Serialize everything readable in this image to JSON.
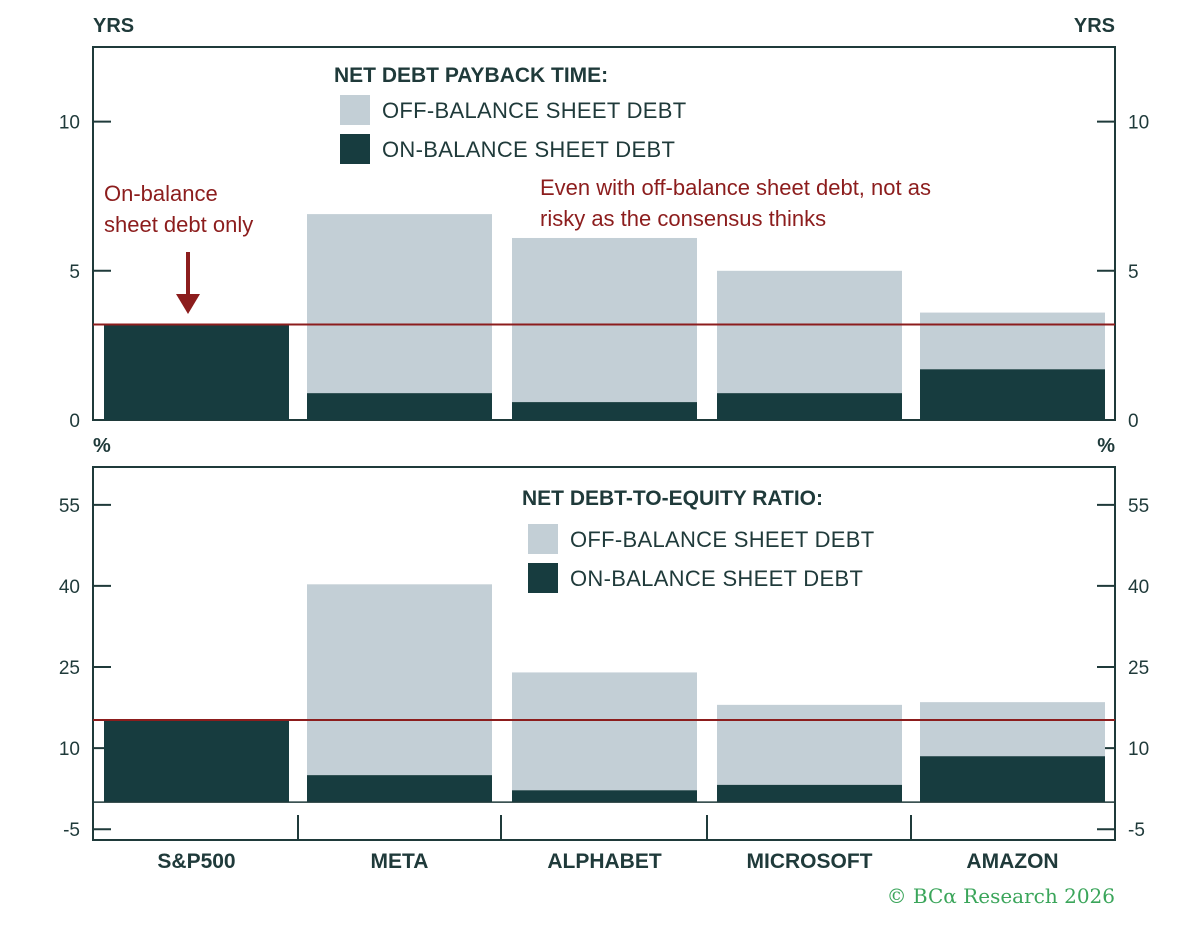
{
  "colors": {
    "on_balance": "#173c3f",
    "off_balance": "#c3cfd6",
    "reference_line": "#8c1d1d",
    "annotation": "#8c1d1d",
    "frame": "#1f3a3a",
    "copyright": "#3aa55a"
  },
  "categories": [
    "S&P500",
    "META",
    "ALPHABET",
    "MICROSOFT",
    "AMAZON"
  ],
  "copyright": "© BCα Research 2026",
  "chart_data": [
    {
      "type": "bar",
      "stacked": true,
      "left_unit": "YRS",
      "right_unit": "YRS",
      "ylim": [
        0,
        12.5
      ],
      "yticks": [
        0,
        5,
        10
      ],
      "legend_title": "NET DEBT PAYBACK TIME:",
      "legend_placement": "top-center",
      "categories": [
        "S&P500",
        "META",
        "ALPHABET",
        "MICROSOFT",
        "AMAZON"
      ],
      "series": [
        {
          "name": "ON-BALANCE SHEET DEBT",
          "values": [
            3.2,
            0.9,
            0.6,
            0.9,
            1.7
          ]
        },
        {
          "name": "OFF-BALANCE SHEET DEBT",
          "values": [
            0,
            6.0,
            5.5,
            4.1,
            1.9
          ]
        }
      ],
      "reference_line": 3.2,
      "annotations": [
        {
          "text": [
            "On-balance",
            "sheet debt only"
          ],
          "arrow": true
        },
        {
          "text": [
            "Even with off-balance sheet debt, not as",
            "risky as the consensus thinks"
          ]
        }
      ]
    },
    {
      "type": "bar",
      "stacked": true,
      "left_unit": "%",
      "right_unit": "%",
      "ylim": [
        -7,
        62
      ],
      "yticks": [
        -5,
        10,
        25,
        40,
        55
      ],
      "legend_title": "NET DEBT-TO-EQUITY RATIO:",
      "legend_placement": "top-right",
      "categories": [
        "S&P500",
        "META",
        "ALPHABET",
        "MICROSOFT",
        "AMAZON"
      ],
      "series": [
        {
          "name": "ON-BALANCE SHEET DEBT",
          "values": [
            15.2,
            5.0,
            2.2,
            3.2,
            8.5
          ]
        },
        {
          "name": "OFF-BALANCE SHEET DEBT",
          "values": [
            0,
            35.3,
            21.8,
            14.8,
            10.0
          ]
        }
      ],
      "reference_line": 15.2
    }
  ]
}
